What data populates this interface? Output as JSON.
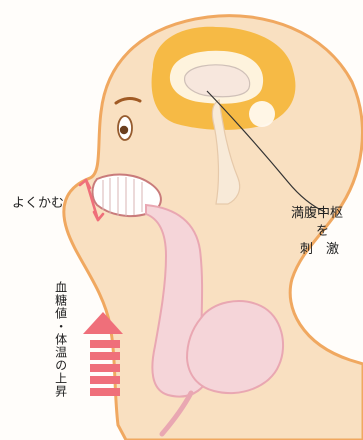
{
  "labels": {
    "chewing": "よくかむ",
    "satiety_line1": "満腹中枢",
    "satiety_line2": "を",
    "satiety_line3": "刺　激",
    "rise": "血糖値・体温の上昇"
  },
  "colors": {
    "skin": "#f9e0c1",
    "outline": "#f0a860",
    "brain": "#f6ba45",
    "brain_inner": "#ffffff",
    "digestive": "#f5d5d9",
    "digestive_stroke": "#e9a7b2",
    "arrow": "#ef6f7a",
    "text": "#222222"
  }
}
